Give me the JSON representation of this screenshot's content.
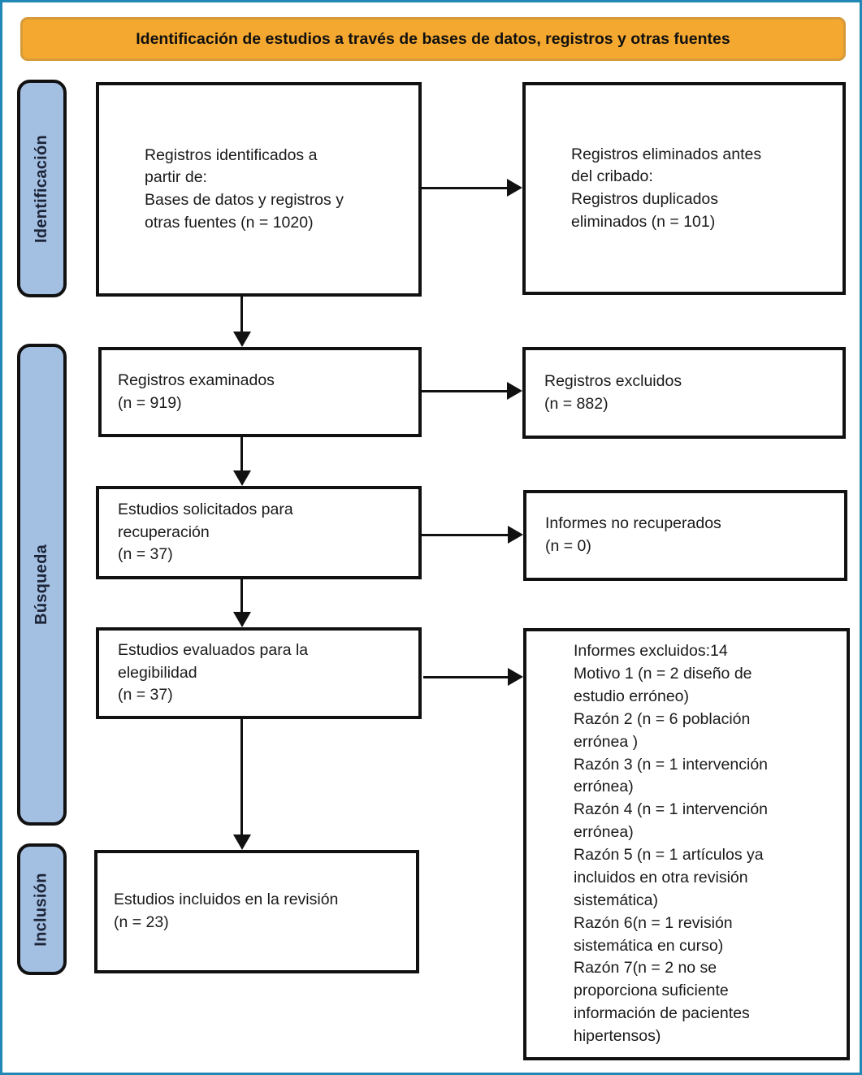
{
  "banner": {
    "title": "Identificación de estudios a través de bases de datos, registros y otras fuentes"
  },
  "stages": {
    "identification": "Identificación",
    "search": "Búsqueda",
    "inclusion": "Inclusión"
  },
  "boxes": {
    "records_identified": "Registros identificados a\npartir de:\nBases de datos y registros y\notras fuentes (n = 1020)",
    "records_removed": "Registros eliminados antes\ndel cribado:\nRegistros duplicados\neliminados (n = 101)",
    "records_screened": "Registros examinados\n(n = 919)",
    "records_excluded": "Registros excluidos\n(n = 882)",
    "studies_sought": "Estudios solicitados para\nrecuperación\n(n = 37)",
    "reports_not_retrieved": "Informes no recuperados\n(n = 0)",
    "studies_assessed": "Estudios evaluados para la\nelegibilidad\n(n = 37)",
    "reports_excluded": "Informes excluidos:14\nMotivo 1 (n = 2 diseño de\nestudio erróneo)\nRazón 2 (n = 6 población\nerrónea )\nRazón 3 (n = 1 intervención\nerrónea)\nRazón 4 (n = 1 intervención\nerrónea)\nRazón 5 (n = 1 artículos ya\nincluidos en otra revisión\nsistemática)\nRazón 6(n = 1 revisión\nsistemática en curso)\nRazón 7(n = 2 no se\nproporciona suficiente\ninformación de pacientes\nhipertensos)",
    "studies_included": "Estudios incluidos en la revisión\n(n = 23)"
  },
  "colors": {
    "banner_fill": "#F5A82F",
    "banner_border": "#D59B3B",
    "stage_fill": "#A3BFE2",
    "outer_border": "#2187B5",
    "box_border": "#111111",
    "arrow": "#111111",
    "text": "#1A1A1A"
  }
}
